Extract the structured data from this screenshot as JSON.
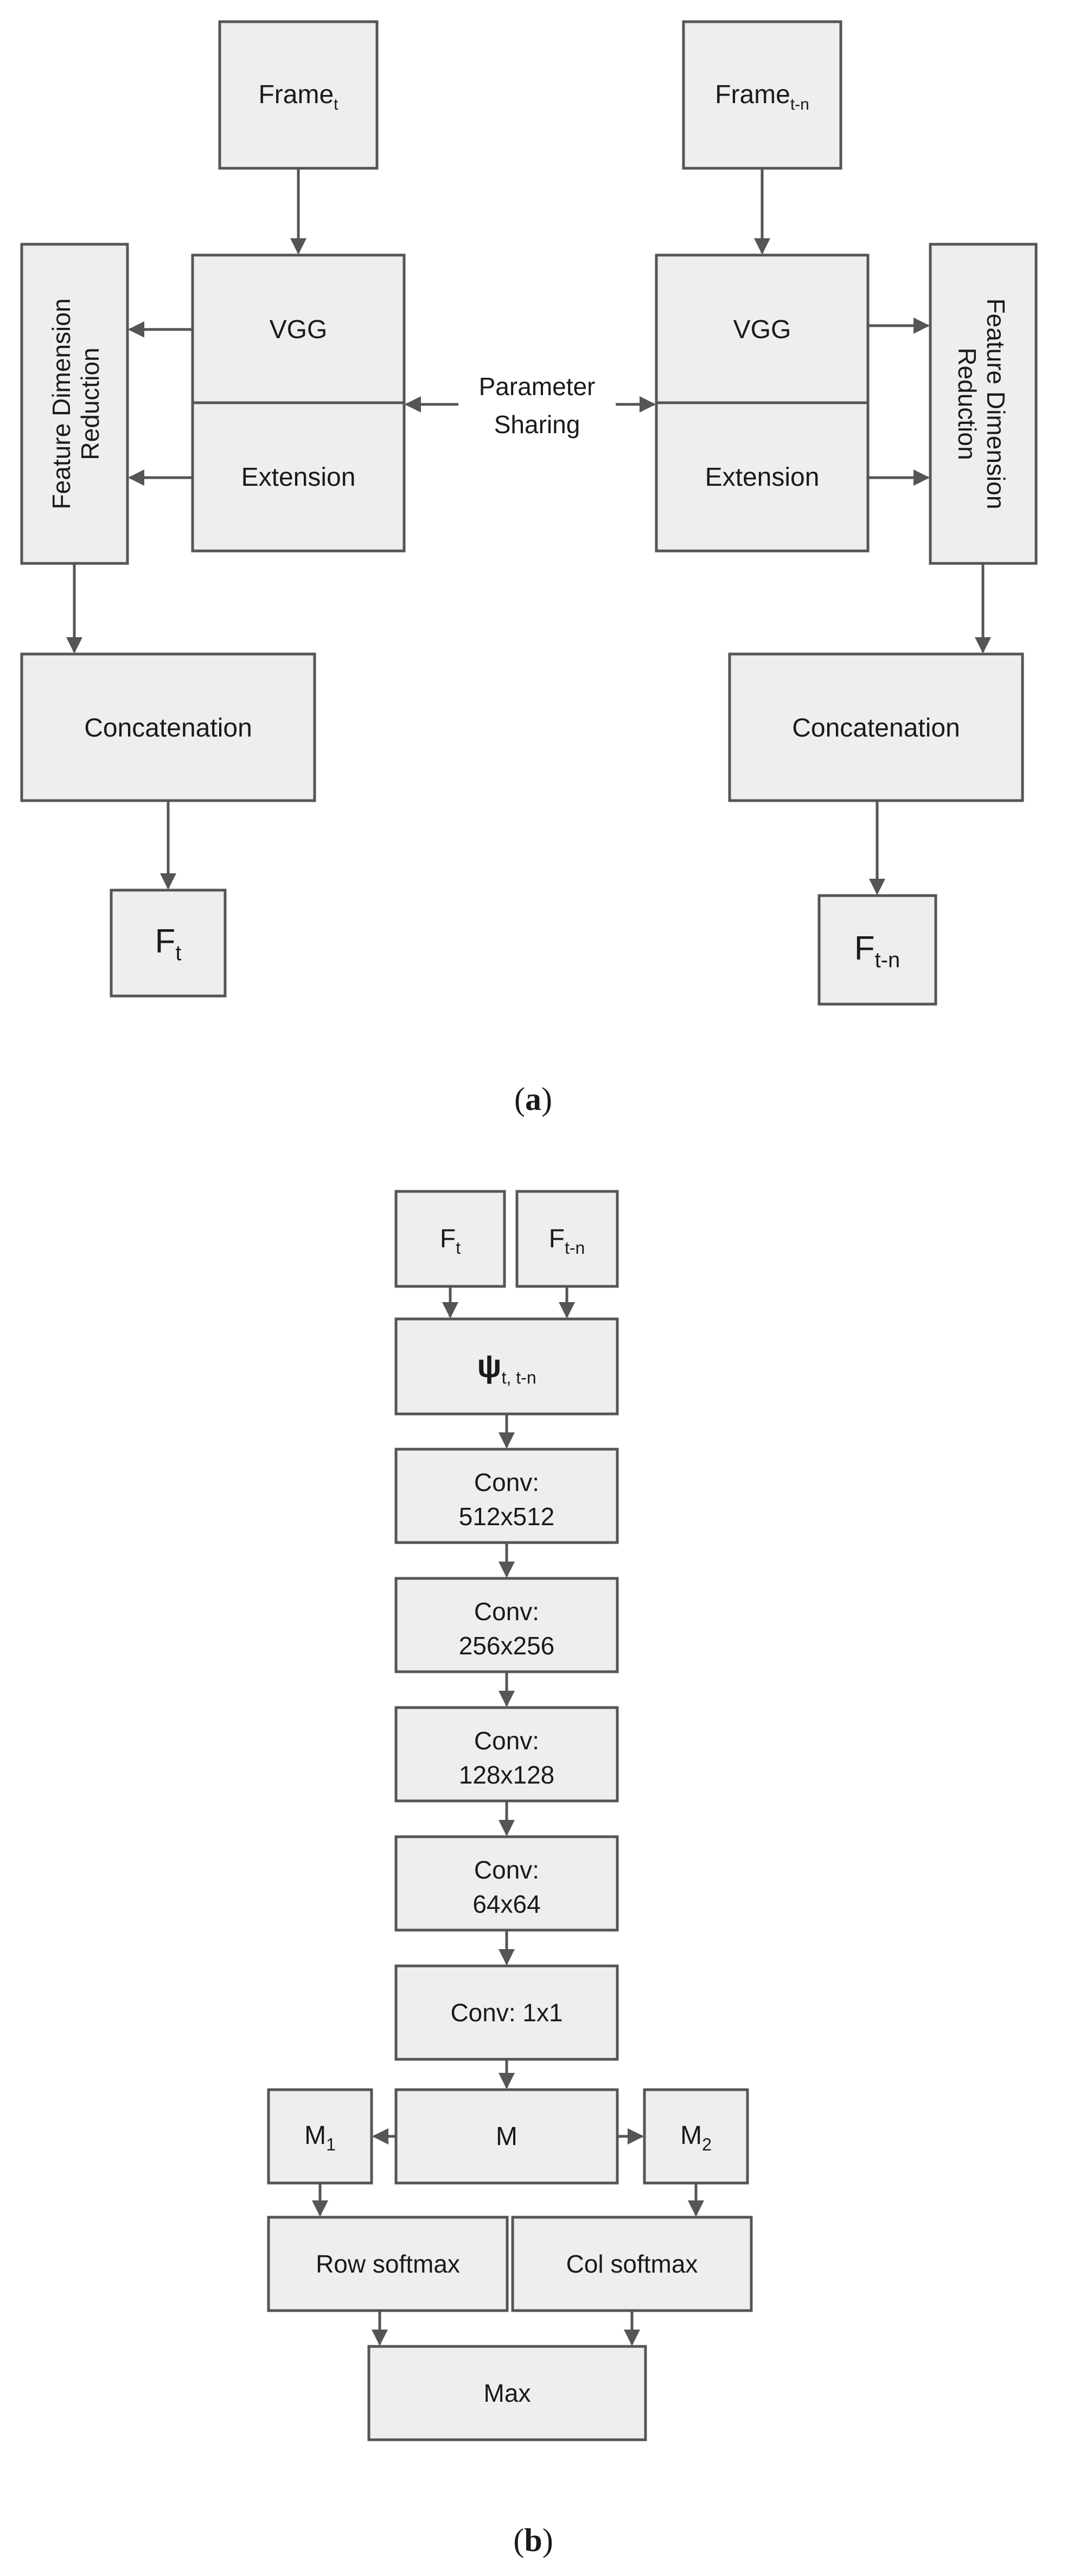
{
  "panel_a": {
    "left": {
      "frame": {
        "main": "Frame",
        "sub": "t"
      },
      "vgg": "VGG",
      "extension": "Extension",
      "fdr_line1": "Feature Dimension",
      "fdr_line2": "Reduction",
      "concat": "Concatenation",
      "out": {
        "main": "F",
        "sub": "t"
      }
    },
    "right": {
      "frame": {
        "main": "Frame",
        "sub": "t-n"
      },
      "vgg": "VGG",
      "extension": "Extension",
      "fdr_line1": "Feature Dimension",
      "fdr_line2": "Reduction",
      "concat": "Concatenation",
      "out": {
        "main": "F",
        "sub": "t-n"
      }
    },
    "sharing_line1": "Parameter",
    "sharing_line2": "Sharing",
    "caption": {
      "open": "(",
      "letter": "a",
      "close": ")"
    }
  },
  "panel_b": {
    "ft": {
      "main": "F",
      "sub": "t"
    },
    "ftn": {
      "main": "F",
      "sub": "t-n"
    },
    "psi": {
      "main": "ψ",
      "sub": "t, t-n"
    },
    "conv1": {
      "line1": "Conv:",
      "line2": "512x512"
    },
    "conv2": {
      "line1": "Conv:",
      "line2": "256x256"
    },
    "conv3": {
      "line1": "Conv:",
      "line2": "128x128"
    },
    "conv4": {
      "line1": "Conv:",
      "line2": "64x64"
    },
    "conv5": "Conv: 1x1",
    "m": "M",
    "m1": {
      "main": "M",
      "sub": "1"
    },
    "m2": {
      "main": "M",
      "sub": "2"
    },
    "row_softmax": "Row softmax",
    "col_softmax": "Col softmax",
    "max": "Max",
    "caption": {
      "open": "(",
      "letter": "b",
      "close": ")"
    }
  },
  "colors": {
    "box_fill": "#eeeeee",
    "stroke": "#555555",
    "text": "#1a1a1a"
  }
}
